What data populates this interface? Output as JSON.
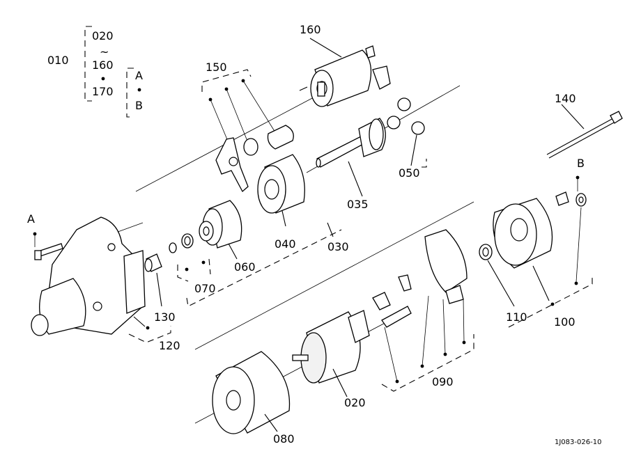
{
  "labels": {
    "p010": "010",
    "p020_range_start": "020",
    "range_tilde": "~",
    "p160_range": "160",
    "p170_range_end": "170",
    "group_A": "A",
    "group_B": "B",
    "p160": "160",
    "p150": "150",
    "p140": "140",
    "p050": "050",
    "p035": "035",
    "p040": "040",
    "p030": "030",
    "p060": "060",
    "p070": "070",
    "p130": "130",
    "p120": "120",
    "marker_A": "A",
    "marker_B": "B",
    "p110": "110",
    "p100": "100",
    "p090": "090",
    "p020": "020",
    "p080": "080"
  },
  "drawing_code": "1J083-026-10"
}
